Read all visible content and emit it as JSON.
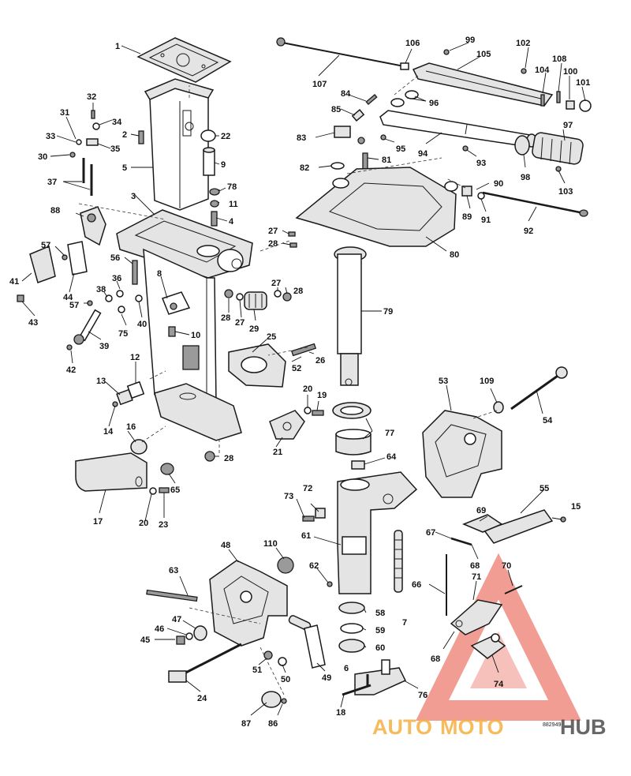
{
  "watermark": {
    "text_auto": "AUTO",
    "text_moto": "MOTO",
    "text_hub": "HUB",
    "color_orange": "#f5b041",
    "color_red": "#e74c3c",
    "color_gray": "#4d4d4d"
  },
  "diagram_code": "882949",
  "callouts": {
    "c1": "1",
    "c2": "2",
    "c3": "3",
    "c4": "4",
    "c5": "5",
    "c6": "6",
    "c7": "7",
    "c8": "8",
    "c9": "9",
    "c10": "10",
    "c11": "11",
    "c12": "12",
    "c13": "13",
    "c14": "14",
    "c15": "15",
    "c16": "16",
    "c17": "17",
    "c18": "18",
    "c19": "19",
    "c20a": "20",
    "c20b": "20",
    "c21": "21",
    "c22": "22",
    "c23": "23",
    "c24": "24",
    "c25": "25",
    "c26": "26",
    "c27a": "27",
    "c27b": "27",
    "c27c": "27",
    "c28a": "28",
    "c28b": "28",
    "c28c": "28",
    "c28d": "28",
    "c29": "29",
    "c30": "30",
    "c31": "31",
    "c32": "32",
    "c33": "33",
    "c34": "34",
    "c35": "35",
    "c36": "36",
    "c37": "37",
    "c38": "38",
    "c39": "39",
    "c40": "40",
    "c41": "41",
    "c42": "42",
    "c43": "43",
    "c44": "44",
    "c45": "45",
    "c46": "46",
    "c47": "47",
    "c48": "48",
    "c49": "49",
    "c50": "50",
    "c51": "51",
    "c52": "52",
    "c53": "53",
    "c54": "54",
    "c55": "55",
    "c56": "56",
    "c57a": "57",
    "c57b": "57",
    "c58": "58",
    "c59": "59",
    "c60": "60",
    "c61": "61",
    "c62": "62",
    "c63": "63",
    "c64": "64",
    "c65": "65",
    "c66": "66",
    "c67": "67",
    "c68a": "68",
    "c68b": "68",
    "c69": "69",
    "c70": "70",
    "c71": "71",
    "c72": "72",
    "c73": "73",
    "c74": "74",
    "c75": "75",
    "c76": "76",
    "c77": "77",
    "c78": "78",
    "c79": "79",
    "c80": "80",
    "c81": "81",
    "c82": "82",
    "c83": "83",
    "c84": "84",
    "c85": "85",
    "c86": "86",
    "c87": "87",
    "c88": "88",
    "c89": "89",
    "c90": "90",
    "c91": "91",
    "c92": "92",
    "c93": "93",
    "c94": "94",
    "c95": "95",
    "c96": "96",
    "c97": "97",
    "c98": "98",
    "c99": "99",
    "c100": "100",
    "c101": "101",
    "c102": "102",
    "c103": "103",
    "c104": "104",
    "c105": "105",
    "c106": "106",
    "c107": "107",
    "c108": "108",
    "c109": "109",
    "c110": "110"
  }
}
